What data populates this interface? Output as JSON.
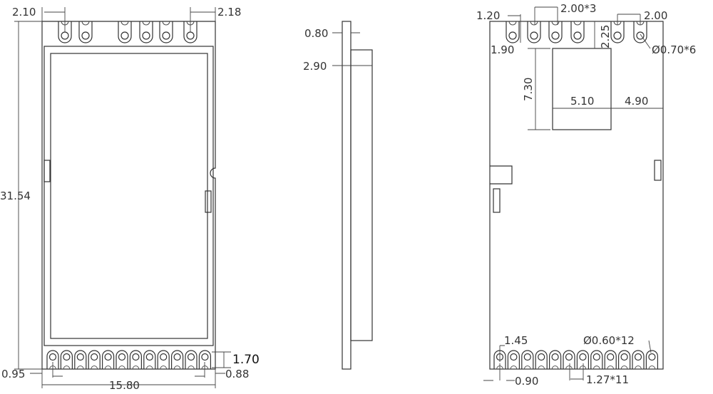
{
  "views": {
    "front": {
      "dims": {
        "top_left_pad_offset": "2.10",
        "top_right_pad_offset": "2.18",
        "height": "31.54",
        "width": "15.80",
        "bottom_left_offset": "0.95",
        "bottom_right_offset": "0.88",
        "pad_depth": "1.70"
      },
      "top_pad_count": 6,
      "bottom_pad_count": 12
    },
    "side": {
      "dims": {
        "board_thickness": "0.80",
        "shield_height": "2.90"
      }
    },
    "back": {
      "dims": {
        "pad_edge_offset": "1.20",
        "pad_depth": "1.90",
        "pad_pitch_top": "2.00*3",
        "pad_pitch_right": "2.00",
        "module_top_gap": "2.25",
        "top_hole": "Ø0.70*6",
        "module_height": "7.30",
        "module_width": "5.10",
        "module_right_gap": "4.90",
        "bottom_pad_offset": "1.45",
        "bottom_hole": "Ø0.60*12",
        "bottom_edge_offset": "0.90",
        "bottom_pitch": "1.27*11"
      }
    }
  },
  "colors": {
    "line": "#333333",
    "background": "#ffffff"
  }
}
